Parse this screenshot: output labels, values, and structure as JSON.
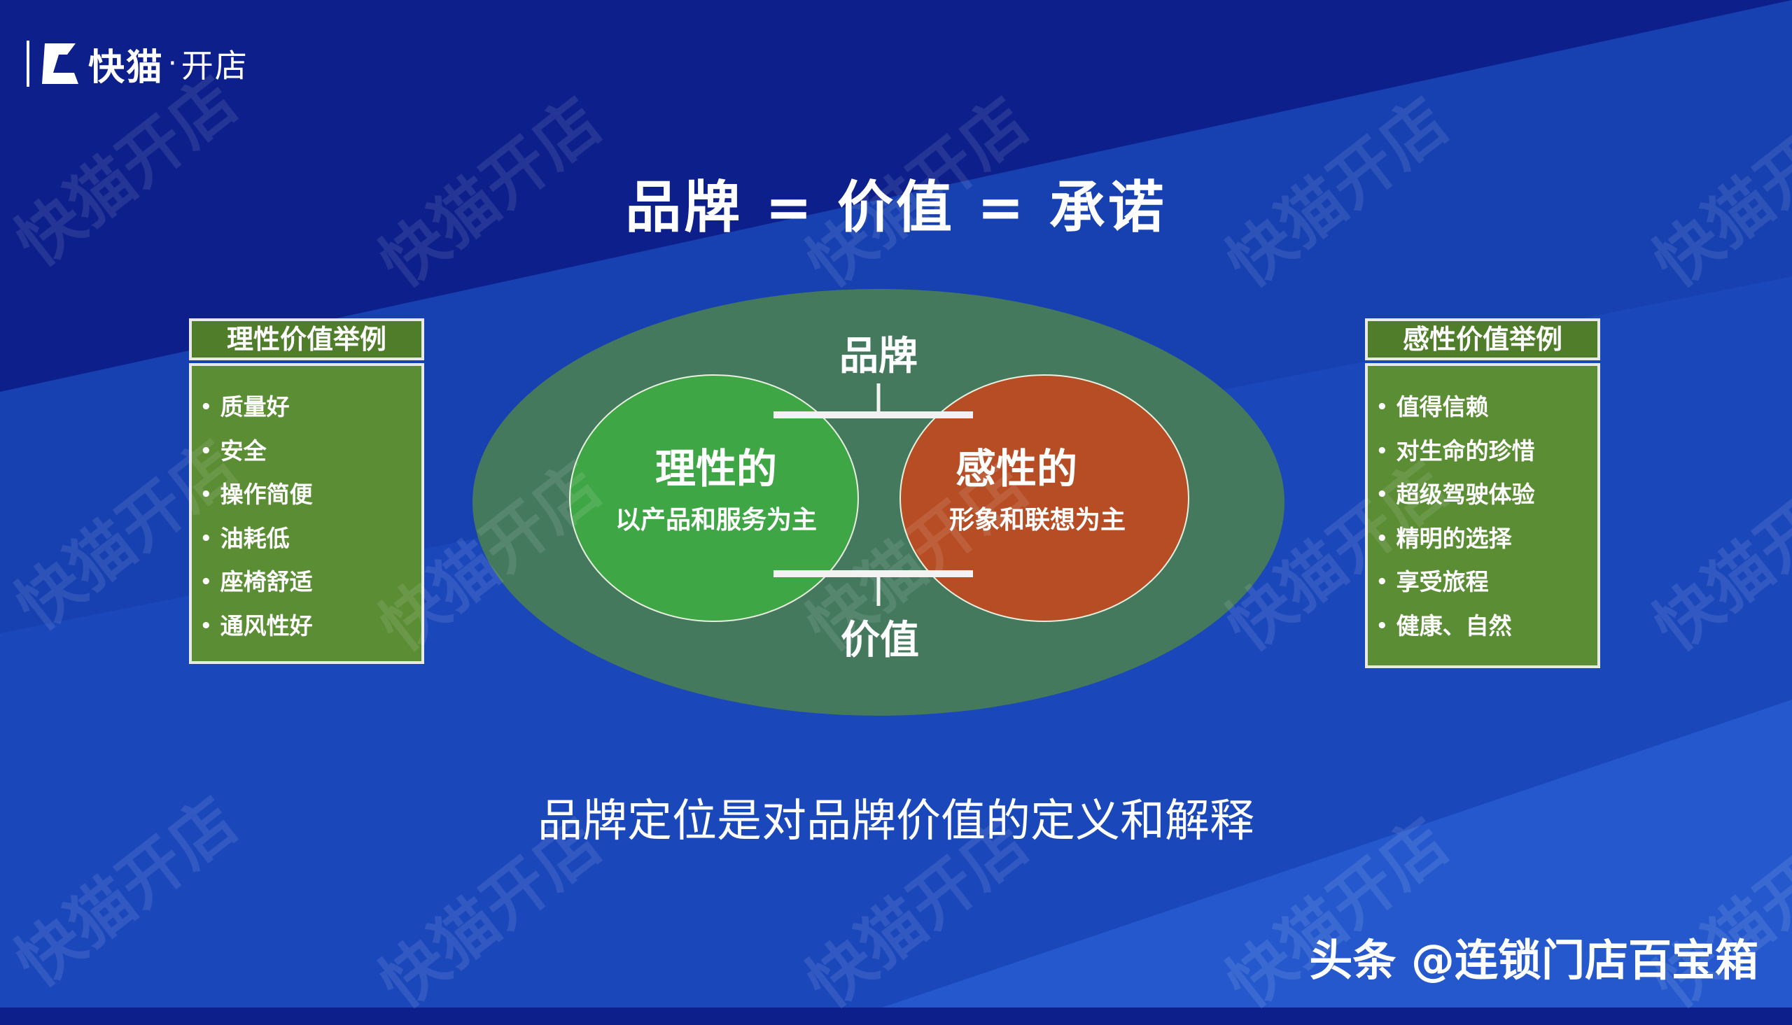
{
  "logo": {
    "brand": "快猫",
    "dot": "·",
    "sub": "开店"
  },
  "title": "品牌 = 价值 = 承诺",
  "left_panel": {
    "header": "理性价值举例",
    "items": [
      "质量好",
      "安全",
      "操作简便",
      "油耗低",
      "座椅舒适",
      "通风性好"
    ]
  },
  "right_panel": {
    "header": "感性价值举例",
    "items": [
      "值得信赖",
      "对生命的珍惜",
      "超级驾驶体验",
      "精明的选择",
      "享受旅程",
      "健康、自然"
    ]
  },
  "diagram": {
    "top_label": "品牌",
    "bottom_label": "价值",
    "left_circle": {
      "title": "理性的",
      "subtitle": "以产品和服务为主"
    },
    "right_circle": {
      "title": "感性的",
      "subtitle": "形象和联想为主"
    }
  },
  "subtitle": "品牌定位是对品牌价值的定义和解释",
  "credit": "头条 @连锁门店百宝箱",
  "watermark": "快猫开店",
  "colors": {
    "background_dark": "#0d1f8a",
    "background_light": "#1e4fc2",
    "outer_ellipse": "#44795e",
    "rational_circle": "#3fa646",
    "emotional_circle": "#b64d24",
    "panel_fill": "#5a8d34"
  }
}
